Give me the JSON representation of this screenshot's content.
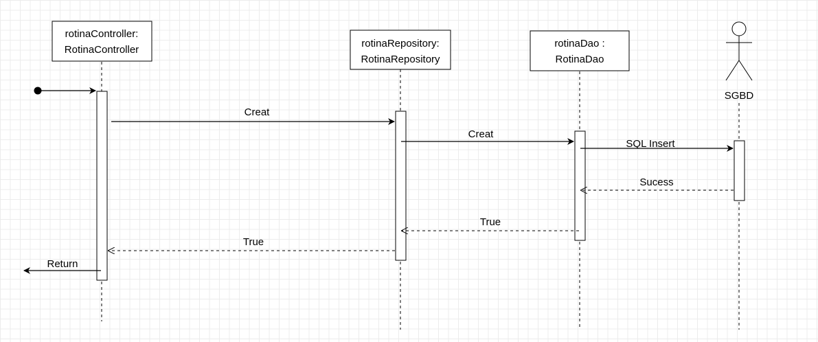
{
  "participants": [
    {
      "id": "controller",
      "line1": "rotinaController:",
      "line2": "RotinaController"
    },
    {
      "id": "repository",
      "line1": "rotinaRepository:",
      "line2": "RotinaRepository"
    },
    {
      "id": "dao",
      "line1": "rotinaDao :",
      "line2": "RotinaDao"
    },
    {
      "id": "sgbd",
      "actor": true,
      "label": "SGBD"
    }
  ],
  "messages": [
    {
      "id": "creat-1",
      "label": "Creat",
      "from": "controller",
      "to": "repository",
      "type": "sync"
    },
    {
      "id": "creat-2",
      "label": "Creat",
      "from": "repository",
      "to": "dao",
      "type": "sync"
    },
    {
      "id": "sql-insert",
      "label": "SQL Insert",
      "from": "dao",
      "to": "sgbd",
      "type": "sync"
    },
    {
      "id": "sucess",
      "label": "Sucess",
      "from": "sgbd",
      "to": "dao",
      "type": "return"
    },
    {
      "id": "true-1",
      "label": "True",
      "from": "dao",
      "to": "repository",
      "type": "return"
    },
    {
      "id": "true-2",
      "label": "True",
      "from": "repository",
      "to": "controller",
      "type": "return"
    },
    {
      "id": "return",
      "label": "Return",
      "from": "controller",
      "to": "outside",
      "type": "sync"
    }
  ]
}
